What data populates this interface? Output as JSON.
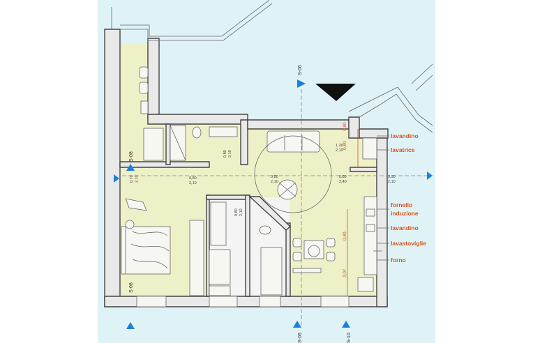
{
  "colors": {
    "outside": "#dff2f6",
    "room_tint": "#eef0c8",
    "wall": "#e9e9e9",
    "label": "#d9541a",
    "marker": "#1e7fd6",
    "north": "#111111"
  },
  "section_marks": {
    "top": "S-06",
    "left": "S-08",
    "bottom_left": "S-08",
    "bottom_mid": "S-06",
    "bottom_right": "S-10"
  },
  "kitchen_labels": [
    "lavandino",
    "lavatrice",
    "fornello",
    "induzione",
    "lavandino",
    "lavastoviglie",
    "forno"
  ],
  "dimensions": {
    "d1_top": "0,70",
    "d1_bot": "2,10",
    "d2_top": "0,80",
    "d2_bot": "2,10",
    "d3_top": "0,80",
    "d3_bot": "2,10",
    "d4_top": "0,80",
    "d4_bot": "2,10",
    "d5_top": "0,80",
    "d5_bot": "2,40",
    "d6_top": "0,90",
    "d6_bot": "2,10",
    "d7_top": "1,20",
    "d7_bot": "2,10",
    "d8_top": "0,80",
    "d8_bot": "2,10",
    "o1": "0,80",
    "o2": "0,80",
    "o3": "2,07",
    "o4": "0,80"
  }
}
